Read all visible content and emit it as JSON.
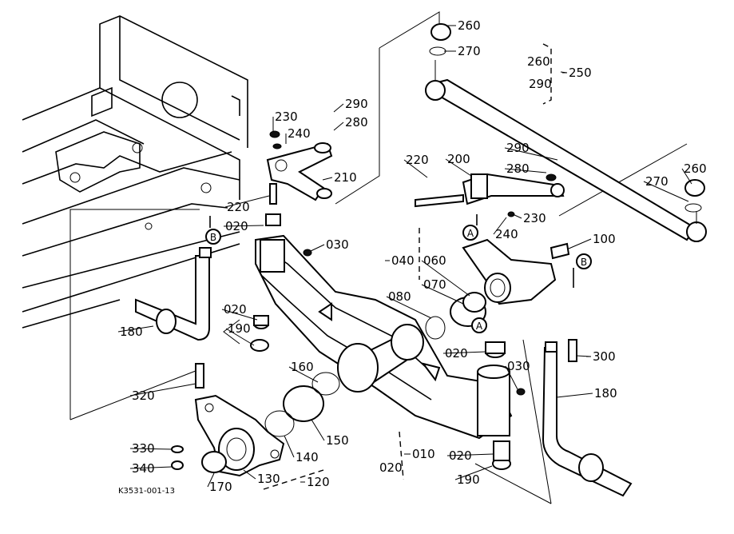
{
  "ref_code": "K3531-001-13",
  "callouts": [
    {
      "id": "c260a",
      "text": "260"
    },
    {
      "id": "c270a",
      "text": "270"
    },
    {
      "id": "c260b",
      "text": "260"
    },
    {
      "id": "c250",
      "text": "250"
    },
    {
      "id": "c290a",
      "text": "290"
    },
    {
      "id": "c230a",
      "text": "230"
    },
    {
      "id": "c290b",
      "text": "290"
    },
    {
      "id": "c240a",
      "text": "240"
    },
    {
      "id": "c280a",
      "text": "280"
    },
    {
      "id": "c210",
      "text": "210"
    },
    {
      "id": "c220a",
      "text": "220"
    },
    {
      "id": "c200",
      "text": "200"
    },
    {
      "id": "c290c",
      "text": "290"
    },
    {
      "id": "c280b",
      "text": "280"
    },
    {
      "id": "c260c",
      "text": "260"
    },
    {
      "id": "c270b",
      "text": "270"
    },
    {
      "id": "c220b",
      "text": "220"
    },
    {
      "id": "c020a",
      "text": "020"
    },
    {
      "id": "c230b",
      "text": "230"
    },
    {
      "id": "c240b",
      "text": "240"
    },
    {
      "id": "c030a",
      "text": "030"
    },
    {
      "id": "c100",
      "text": "100"
    },
    {
      "id": "c040",
      "text": "040"
    },
    {
      "id": "c060",
      "text": "060"
    },
    {
      "id": "c070",
      "text": "070"
    },
    {
      "id": "c080",
      "text": "080"
    },
    {
      "id": "c020b",
      "text": "020"
    },
    {
      "id": "c190a",
      "text": "190"
    },
    {
      "id": "c180a",
      "text": "180"
    },
    {
      "id": "c020c",
      "text": "020"
    },
    {
      "id": "c300",
      "text": "300"
    },
    {
      "id": "c160",
      "text": "160"
    },
    {
      "id": "c030b",
      "text": "030"
    },
    {
      "id": "c180b",
      "text": "180"
    },
    {
      "id": "c320",
      "text": "320"
    },
    {
      "id": "c150",
      "text": "150"
    },
    {
      "id": "c010",
      "text": "010"
    },
    {
      "id": "c020d",
      "text": "020"
    },
    {
      "id": "c140",
      "text": "140"
    },
    {
      "id": "c020e",
      "text": "020"
    },
    {
      "id": "c330",
      "text": "330"
    },
    {
      "id": "c340",
      "text": "340"
    },
    {
      "id": "c130",
      "text": "130"
    },
    {
      "id": "c120",
      "text": "120"
    },
    {
      "id": "c170",
      "text": "170"
    },
    {
      "id": "c190b",
      "text": "190"
    }
  ],
  "markers": [
    {
      "id": "mA1",
      "text": "A"
    },
    {
      "id": "mA2",
      "text": "A"
    },
    {
      "id": "mB1",
      "text": "B"
    },
    {
      "id": "mB2",
      "text": "B"
    }
  ]
}
